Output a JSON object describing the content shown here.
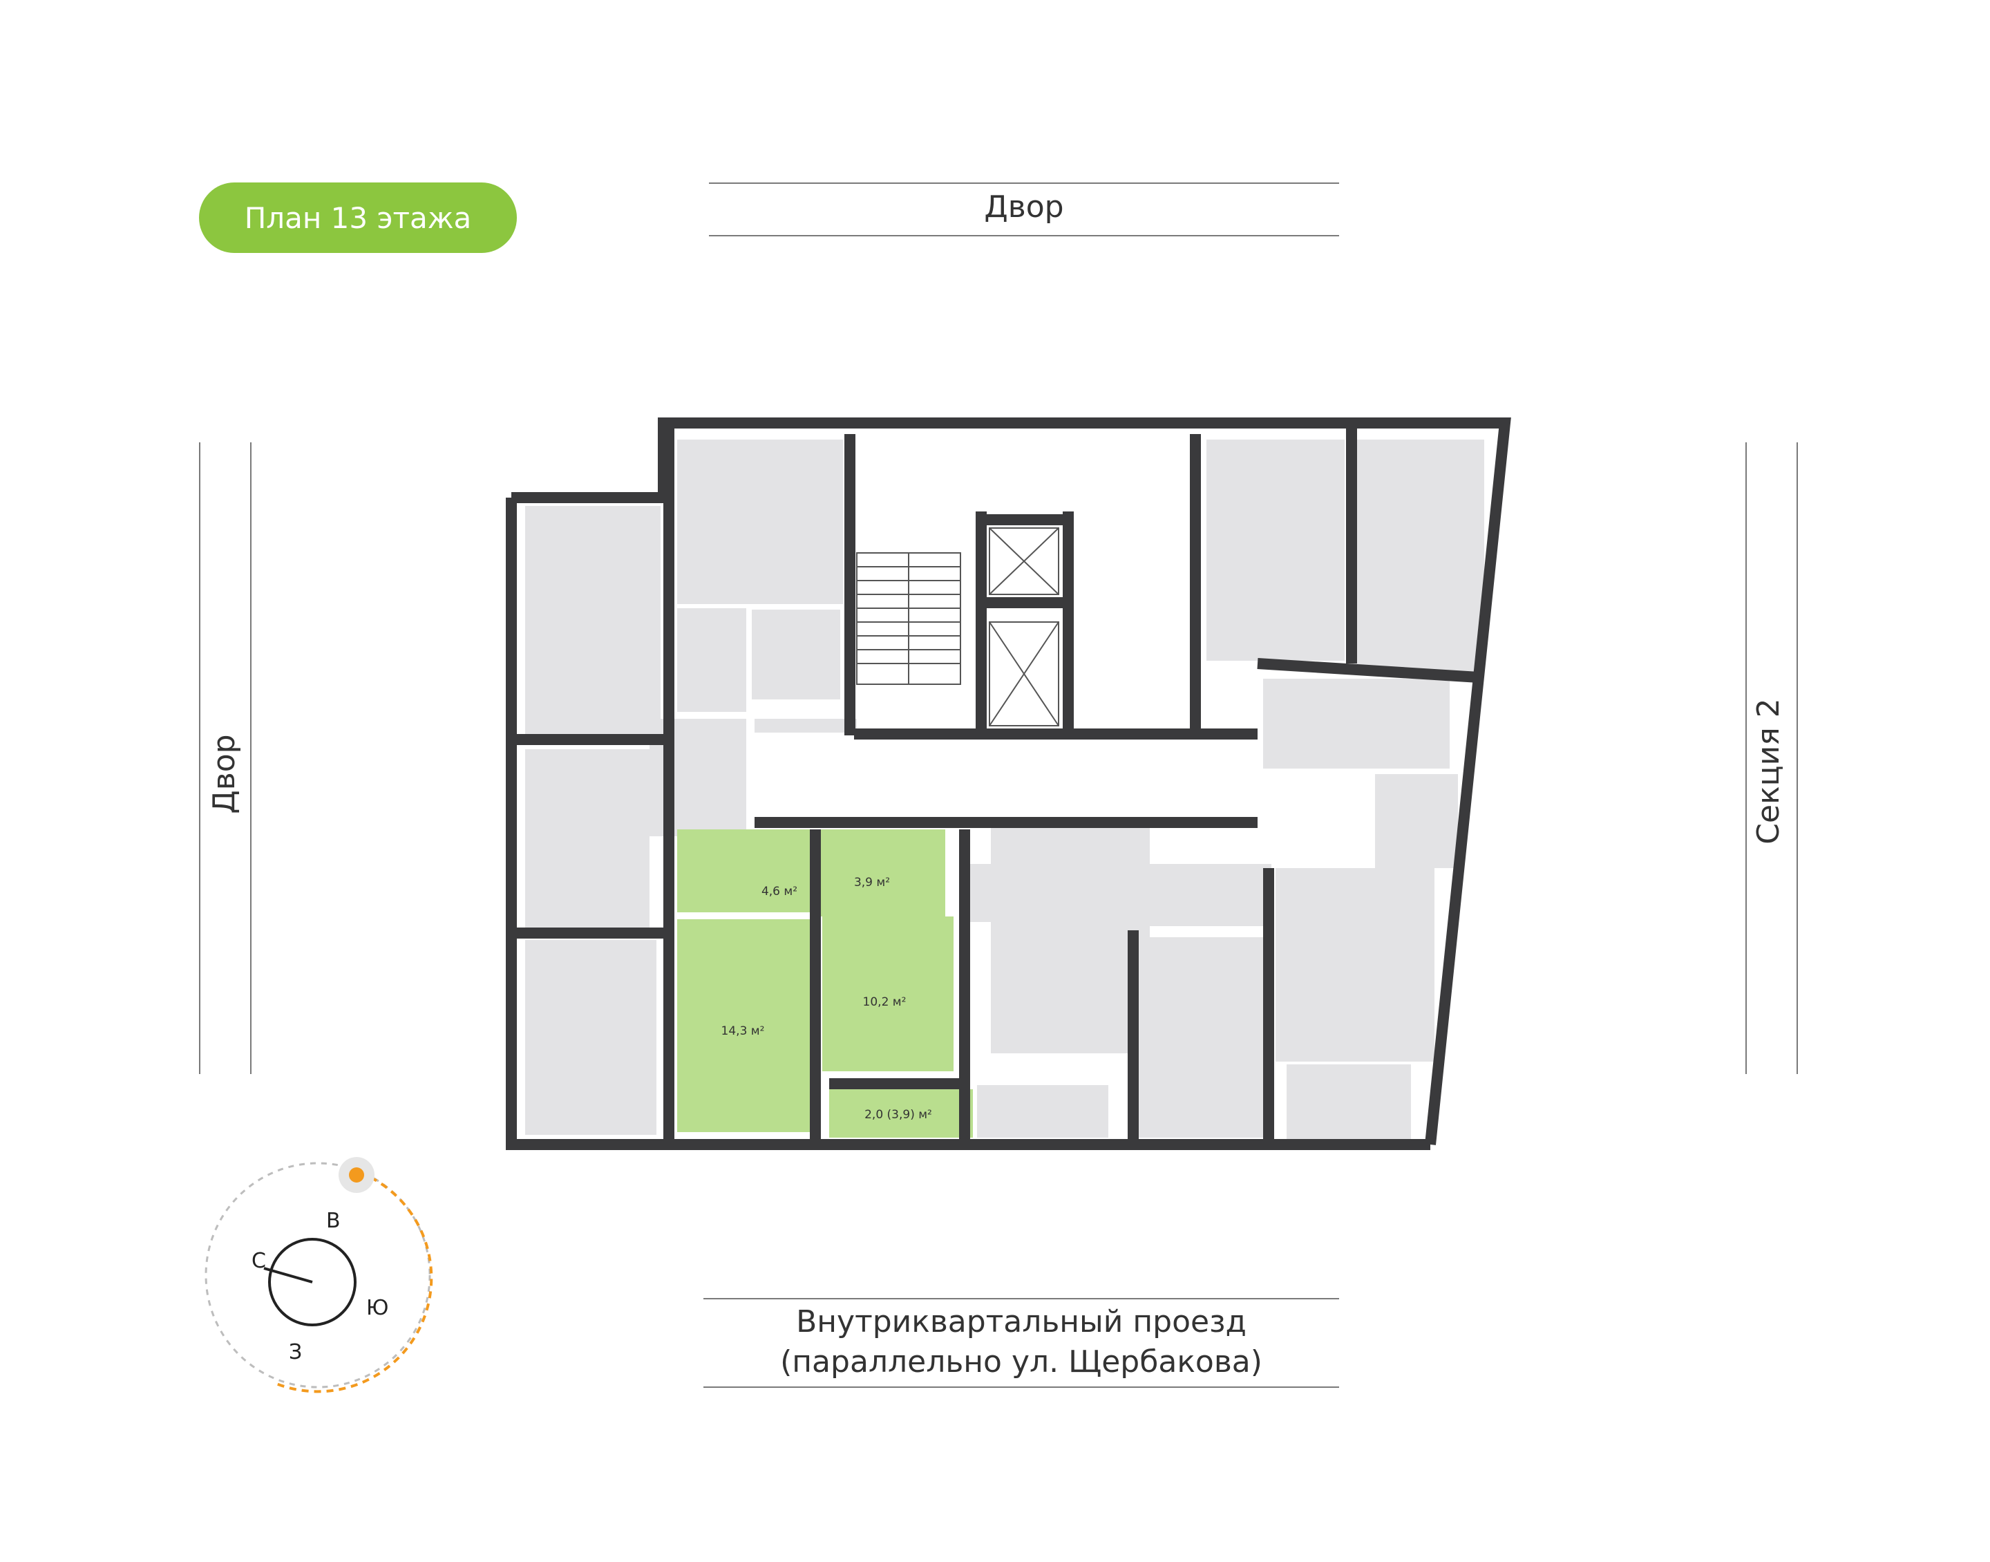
{
  "floor_badge": "План 13 этажа",
  "surroundings": {
    "top": "Двор",
    "left": "Двор",
    "right": "Секция 2",
    "bottom_line1": "Внутриквартальный проезд",
    "bottom_line2": "(параллельно ул. Щербакова)"
  },
  "highlighted_apartment": {
    "rooms": [
      {
        "id": "bathroom",
        "area": "4,6 м²"
      },
      {
        "id": "hall",
        "area": "3,9 м²"
      },
      {
        "id": "kitchen",
        "area": "10,2 м²"
      },
      {
        "id": "bedroom",
        "area": "14,3 м²"
      },
      {
        "id": "balcony",
        "area": "2,0 (3,9) м²"
      }
    ]
  },
  "compass": {
    "north": "С",
    "east": "В",
    "south": "Ю",
    "west": "З",
    "sun_icon": "sun-icon"
  },
  "colors": {
    "accent_green": "#8cc63f",
    "highlight_room": "#b9de8e",
    "room_fill": "#e3e3e5",
    "wall": "#3a3a3c",
    "sun_path": "#f39a1e"
  }
}
